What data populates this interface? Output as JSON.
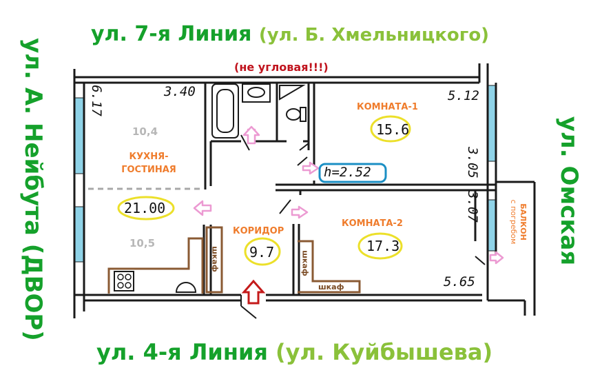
{
  "streets": {
    "top_main": "ул. 7-я Линия",
    "top_alt": "(ул. Б. Хмельницкого)",
    "bottom_main": "ул. 4-я Линия",
    "bottom_alt": "(ул. Куйбышева)",
    "left": "ул. А. Нейбута (ДВОР)",
    "right": "ул. Омская"
  },
  "note": "(не угловая!!!)",
  "rooms": {
    "kitchen": {
      "label_line1": "КУХНЯ-",
      "label_line2": "ГОСТИНАЯ",
      "area": "21.00",
      "part1": "10,4",
      "part2": "10,5"
    },
    "room1": {
      "label": "КОМНАТА-1",
      "area": "15.6"
    },
    "room2": {
      "label": "КОМНАТА-2",
      "area": "17.3"
    },
    "corridor": {
      "label": "КОРИДОР",
      "area": "9.7"
    },
    "balcony": {
      "label_line1": "БАЛКОН",
      "label_line2": "с погребом"
    }
  },
  "ceiling": "h=2.52",
  "dimensions": {
    "kitchen_width": "3.40",
    "kitchen_depth": "6.17",
    "room1_width": "5.12",
    "room1_depth": "3.05",
    "room2_depth": "3.07",
    "room2_width": "5.65"
  },
  "cabinets": {
    "c1": "шкаф",
    "c2": "шкаф",
    "c3": "шкаф"
  },
  "colors": {
    "street_green": "#15a12b",
    "street_light_green": "#8ac13a",
    "note_red": "#c0141e",
    "room_label_orange": "#ef7c2c",
    "highlight_yellow": "#ece02a",
    "ceiling_blue": "#1b8fc4",
    "window_blue": "#8fd3e8",
    "furniture_brown": "#8a5a33",
    "arrow_pink": "#ec9ad2",
    "entrance_red": "#c41a1a"
  }
}
